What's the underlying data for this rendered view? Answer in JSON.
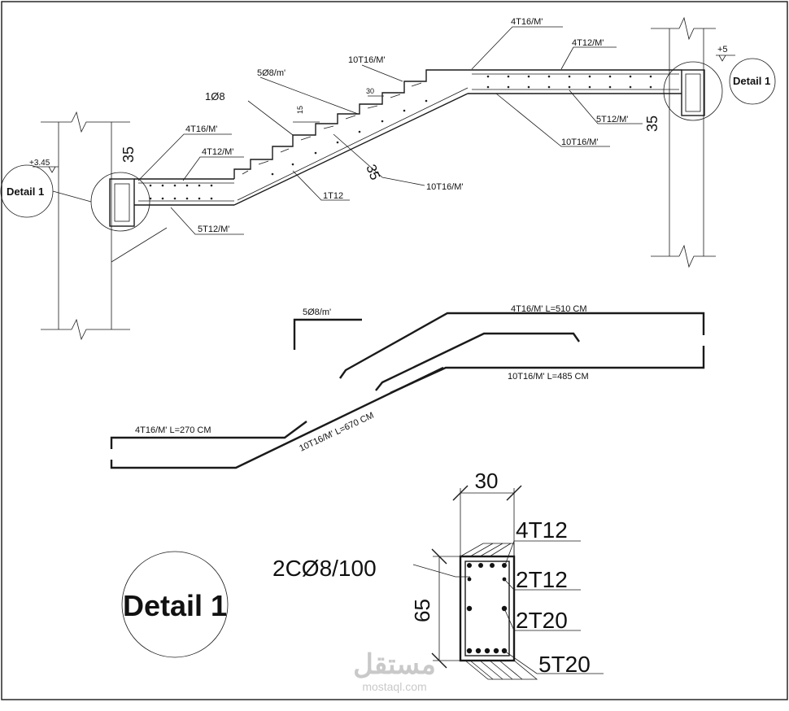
{
  "drawing": {
    "left_detail": {
      "bubble": "Detail 1",
      "level": "+3.45",
      "height_label": "35",
      "top_bars": "4T16/M'",
      "dist_top": "4T12/M'",
      "dist_bottom": "5T12/M'"
    },
    "right_detail": {
      "bubble": "Detail 1",
      "level": "+5",
      "height_label": "35",
      "top_bars": "4T16/M'",
      "dist_top": "4T12/M'",
      "dist_bottom": "5T12/M'",
      "bottom_bars": "10T16/M'"
    },
    "flight": {
      "nosing_bars": "10T16/M'",
      "stirrup": "5Ø8/m'",
      "tread": "30",
      "riser": "15",
      "step_bar": "1Ø8",
      "slab_thickness": "35",
      "slab_bottom": "10T16/M'",
      "corner_bar": "1T12"
    }
  },
  "bars": {
    "stirrup": "5Ø8/m'",
    "top_upper": "4T16/M'  L=510 CM",
    "top_lower": "10T16/M'  L=485 CM",
    "bottom_left": "4T16/M' L=270 CM",
    "inclined": "10T16/M'  L=670 CM"
  },
  "section": {
    "title": "Detail 1",
    "width": "30",
    "height": "65",
    "stirrups": "2CØ8/100",
    "top": "4T12",
    "side1": "2T12",
    "side2": "2T20",
    "bottom": "5T20"
  },
  "watermark": {
    "brand": "مستقل",
    "url": "mostaql.com"
  }
}
